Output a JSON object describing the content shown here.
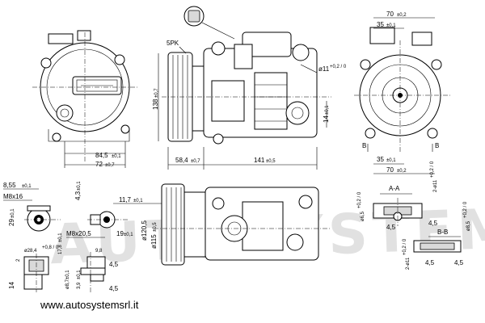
{
  "watermark": {
    "text": "AUTOSYSTEM"
  },
  "footer": {
    "url": "www.autosystemsrl.it"
  },
  "views": {
    "front": {
      "d_upper": "84,5",
      "t_upper": "±0,1",
      "d_lower": "72",
      "t_lower": "±0,7"
    },
    "side": {
      "pulley_label": "5PK",
      "height": "138",
      "height_tol": "±0,7",
      "width_left": "58,4",
      "width_left_tol": "±0,7",
      "width_total": "141",
      "width_total_tol": "±0,5",
      "hole": "ø11",
      "hole_tol": "+0,2 / 0",
      "depth_right": "14",
      "depth_right_tol": "±0,1"
    },
    "rear": {
      "top": "70",
      "top_tol": "±0,2",
      "top2": "35",
      "top2_tol": "±0,1",
      "bottom1": "35",
      "bottom1_tol": "±0,1",
      "bottom2": "70",
      "bottom2_tol": "±0,2",
      "section_mark": "B"
    },
    "bottom_side": {
      "d1": "11,7",
      "d1_tol": "±0,1",
      "d2": "ø120,5",
      "d3": "ø115",
      "d3_tol": "±0,5"
    },
    "fittings": {
      "a": "8,55",
      "a_tol": "±0,1",
      "thread1": "M8x16",
      "b": "29",
      "b_tol": "±0,1",
      "c": "4,3",
      "c_tol": "±0,1",
      "thread2": "M8x20,5",
      "e": "19",
      "e_tol": "±0,1",
      "f": "ø28,4",
      "f_tol": "+0,8 / 0",
      "g": "17,8",
      "g_tol": "±0,1",
      "h": "2",
      "i": "9,8",
      "j": "14",
      "k": "4,5",
      "l": "ø8,7",
      "l_tol": "±0,1",
      "m": "3,9",
      "m_tol": "±0,1",
      "n": "4,5"
    },
    "section_a": {
      "title": "A-A",
      "dia": "ø6,5",
      "dia_tol": "+0,2 / 0",
      "side": "2-ø11",
      "side_tol": "+0,2 / 0",
      "w1": "4,5",
      "w2": "4,5"
    },
    "section_b": {
      "title": "B-B",
      "dia": "ø8,5",
      "dia_tol": "+0,2 / 0",
      "side": "2-ø11",
      "side_tol": "+0,2 / 0",
      "w1": "4,5",
      "w2": "4,5"
    }
  }
}
